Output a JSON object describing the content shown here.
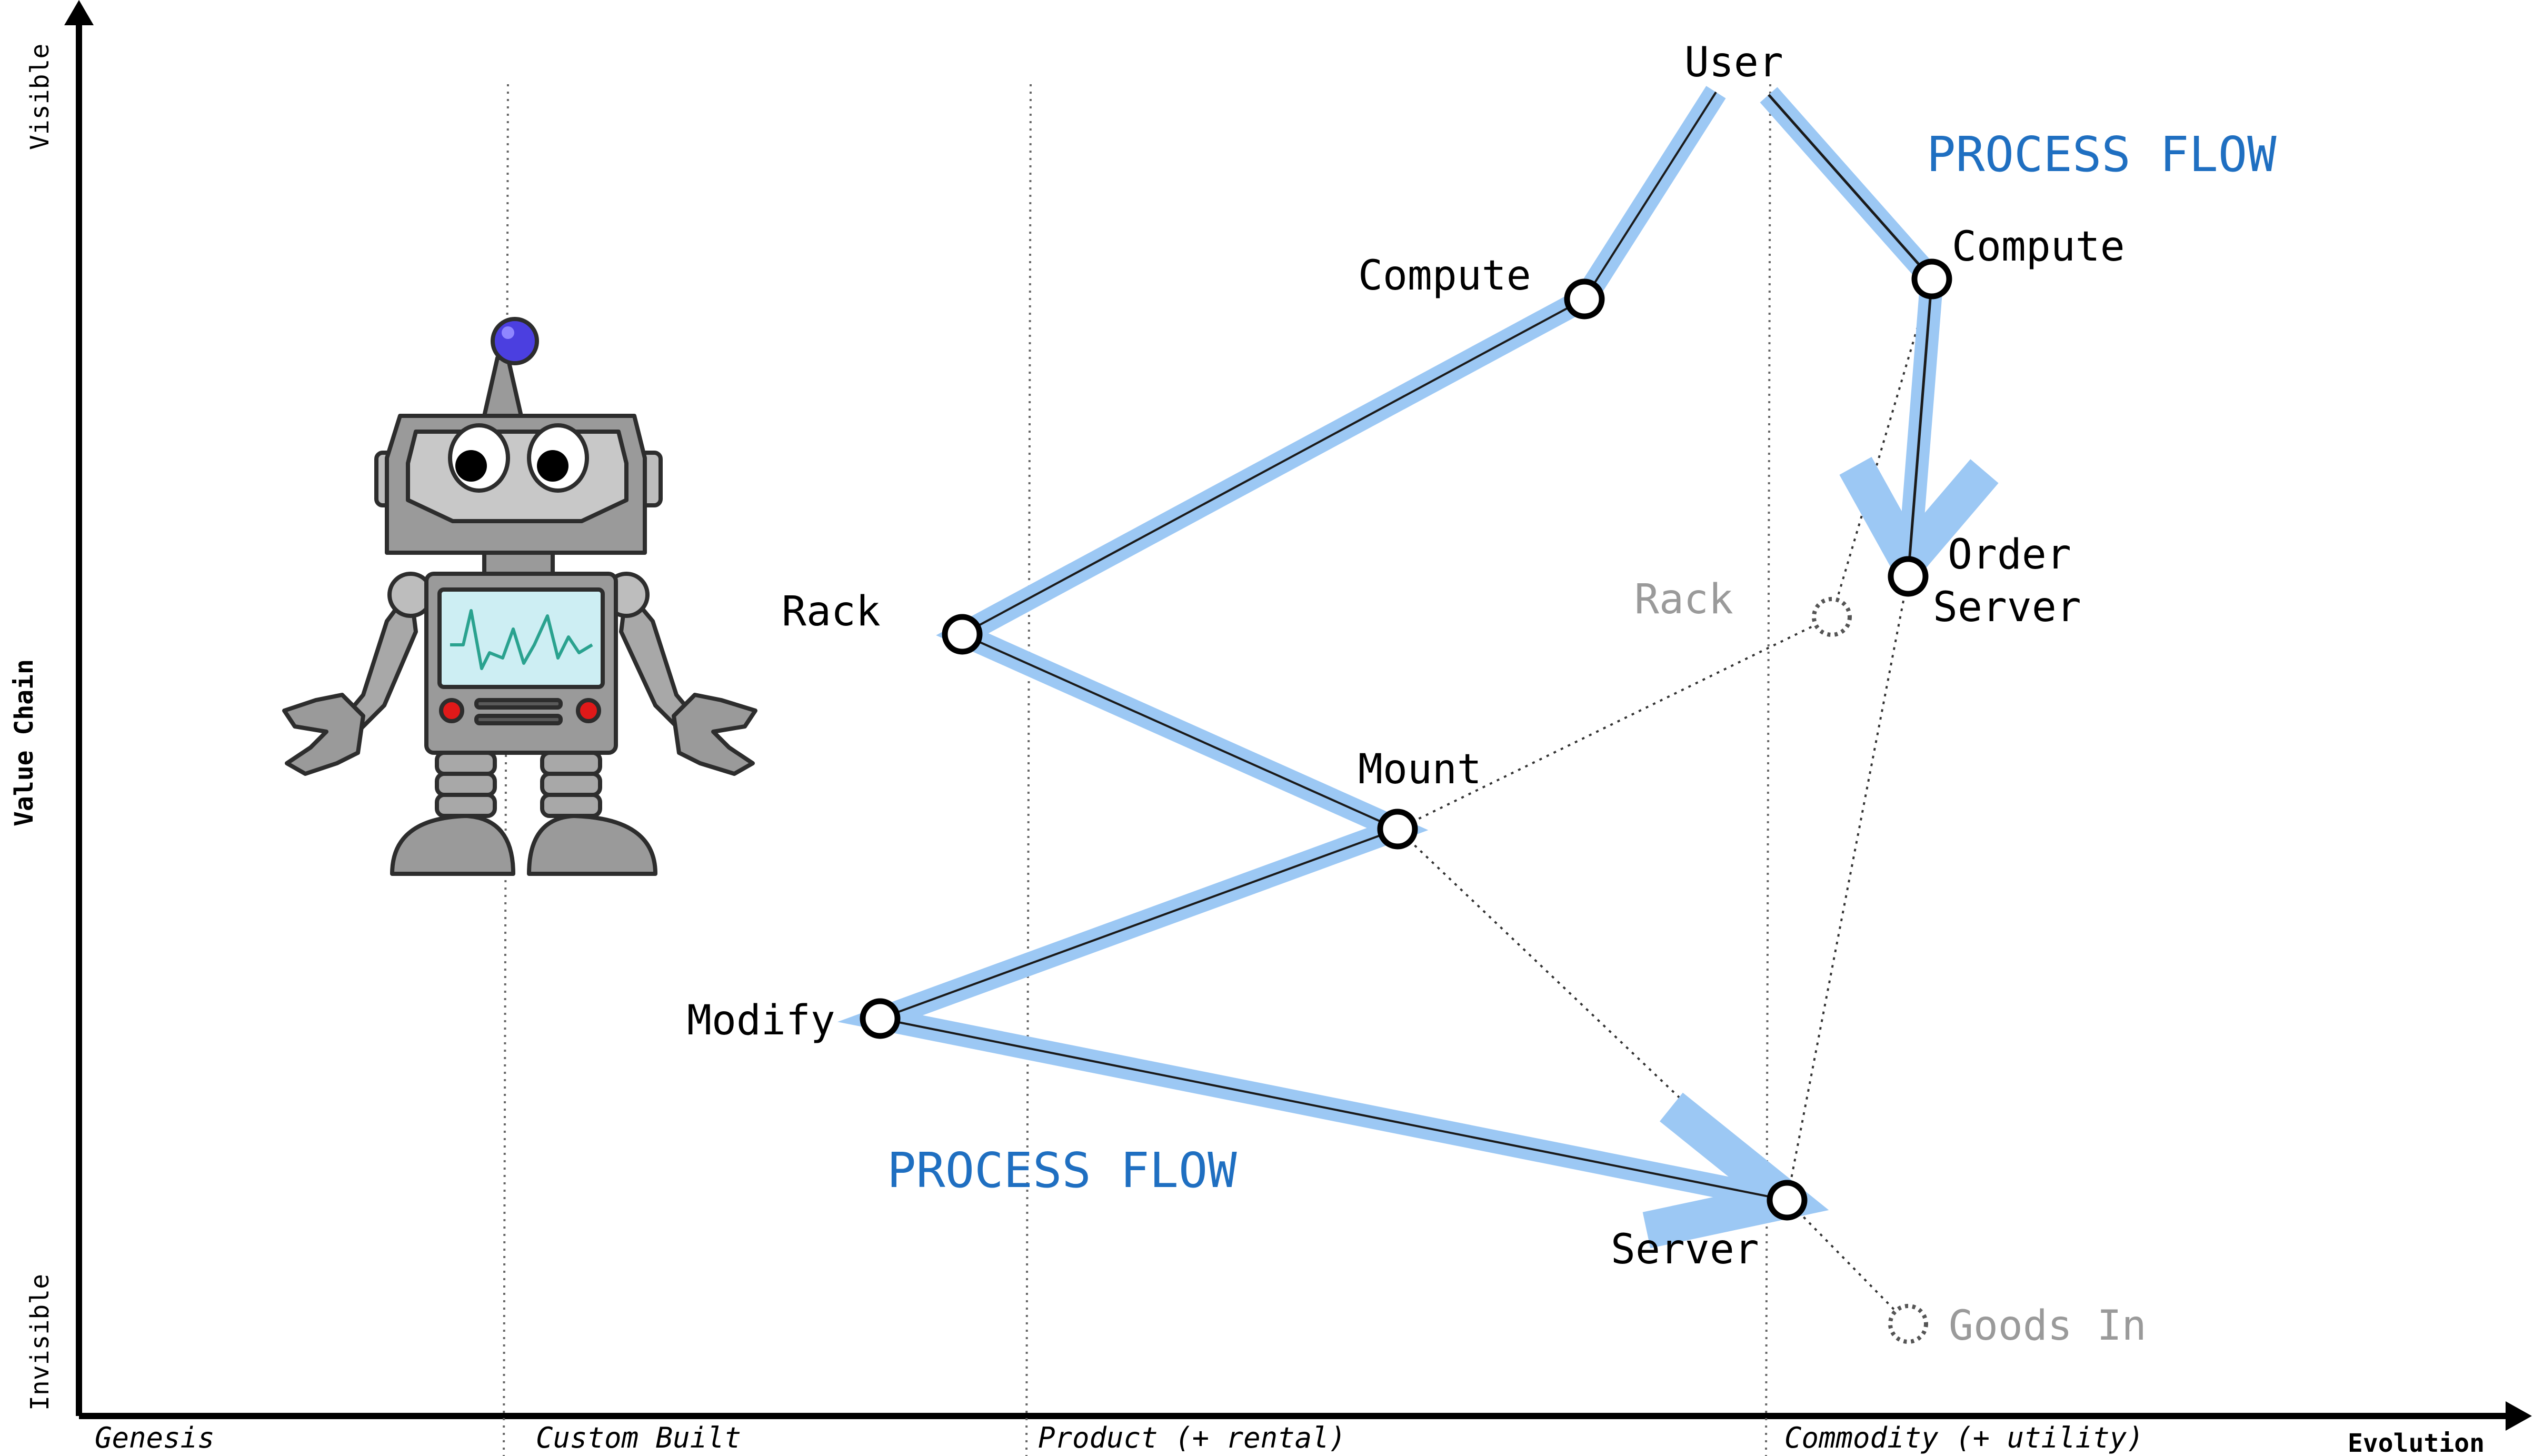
{
  "axes": {
    "y_title": "Value Chain",
    "y_top": "Visible",
    "y_bottom": "Invisible",
    "x_title": "Evolution"
  },
  "stages": [
    {
      "label": "Genesis"
    },
    {
      "label": "Custom Built"
    },
    {
      "label": "Product (+ rental)"
    },
    {
      "label": "Commodity (+ utility)"
    }
  ],
  "nodes": {
    "user": {
      "label": "User"
    },
    "compute_left": {
      "label": "Compute"
    },
    "rack_left": {
      "label": "Rack"
    },
    "mount": {
      "label": "Mount"
    },
    "modify": {
      "label": "Modify"
    },
    "server": {
      "label": "Server"
    },
    "compute_right": {
      "label": "Compute"
    },
    "order_server": {
      "label_line1": "Order",
      "label_line2": "Server"
    },
    "rack_ghost": {
      "label": "Rack"
    },
    "goods_in": {
      "label": "Goods In"
    }
  },
  "flows": {
    "left": "PROCESS FLOW",
    "right": "PROCESS FLOW"
  },
  "colors": {
    "flow": "#9cc8f4",
    "flow_text": "#1f6fc1",
    "ghost": "#9a9a9a",
    "robot_body": "#8f8f8f",
    "robot_screen": "#cdeef3",
    "robot_antenna": "#4b3fe0"
  },
  "illustration": {
    "icon": "robot-icon"
  }
}
